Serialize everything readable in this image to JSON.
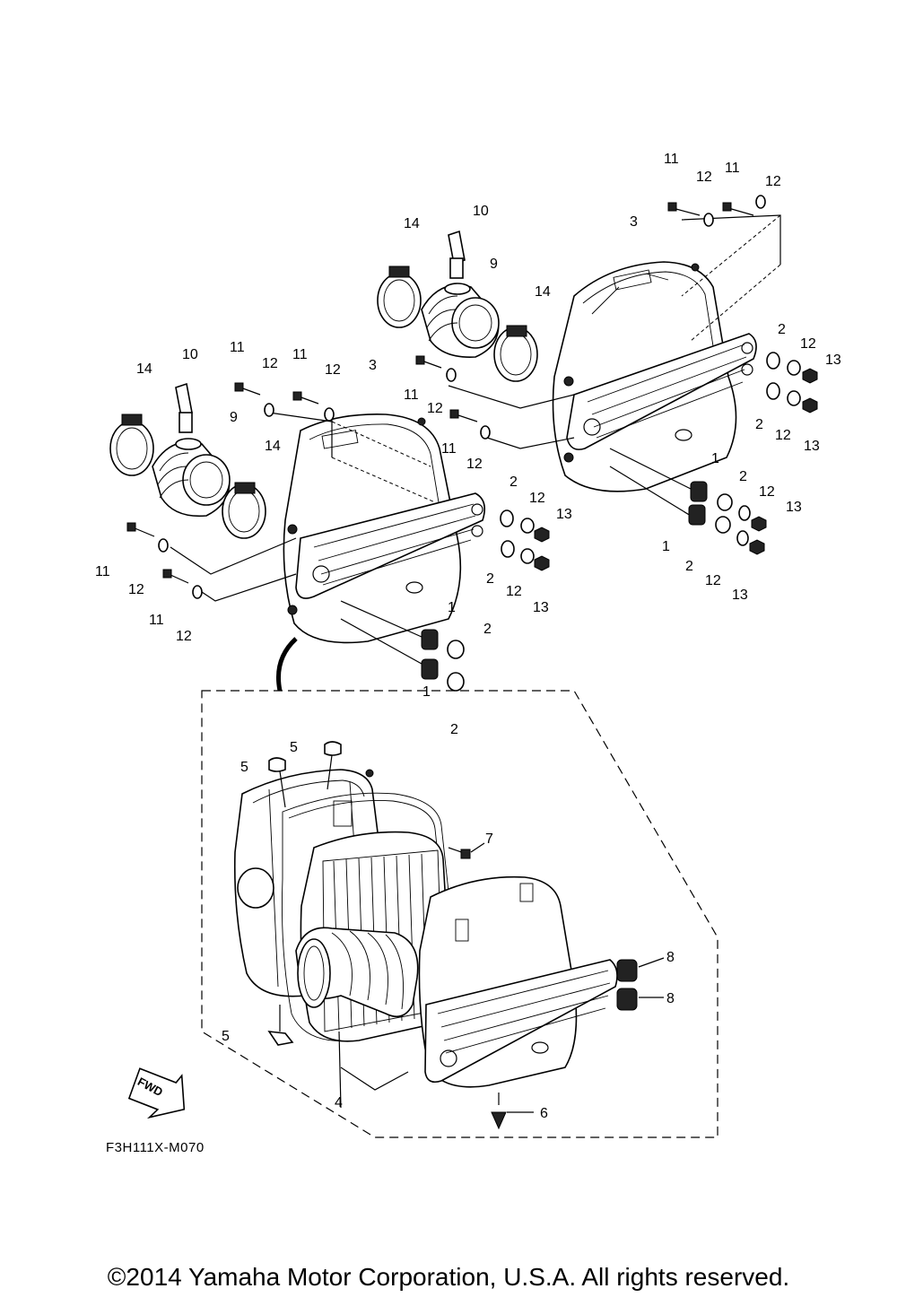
{
  "diagram": {
    "drawing_code": "F3H111X-M070",
    "fwd_badge": "FWD",
    "callouts": {
      "n1": "1",
      "n2": "2",
      "n3": "3",
      "n4": "4",
      "n5": "5",
      "n6": "6",
      "n7": "7",
      "n8": "8",
      "n9": "9",
      "n10": "10",
      "n11": "11",
      "n12": "12",
      "n13": "13",
      "n14": "14"
    }
  },
  "footer": {
    "copyright": "©2014 Yamaha Motor Corporation, U.S.A. All rights reserved."
  }
}
